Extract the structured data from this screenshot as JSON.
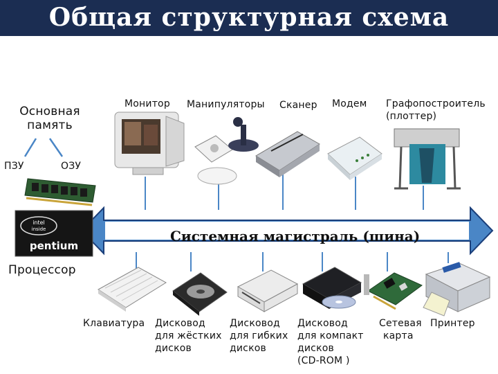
{
  "title": "Общая структурная схема",
  "memory": {
    "title_line1": "Основная",
    "title_line2": "память",
    "rom": "ПЗУ",
    "ram": "ОЗУ"
  },
  "cpu": {
    "label": "Процессор",
    "logo_top": "intel inside",
    "logo_brand": "pentium"
  },
  "bus": {
    "label": "Системная магистраль (шина)",
    "color": "#4a86c6"
  },
  "top_devices": [
    {
      "label": "Монитор",
      "icon": "monitor-icon"
    },
    {
      "label": "Манипуляторы",
      "icon": "joystick-mouse-icon"
    },
    {
      "label": "Сканер",
      "icon": "scanner-icon"
    },
    {
      "label": "Модем",
      "icon": "modem-icon"
    },
    {
      "label": "Графопостроитель",
      "label2": "(плоттер)",
      "icon": "plotter-icon"
    }
  ],
  "bottom_devices": [
    {
      "label": "Клавиатура",
      "icon": "keyboard-icon"
    },
    {
      "line1": "Дисковод",
      "line2": "для жёстких",
      "line3": "дисков",
      "icon": "hdd-icon"
    },
    {
      "line1": "Дисковод",
      "line2": "для гибких",
      "line3": "дисков",
      "icon": "floppy-drive-icon"
    },
    {
      "line1": "Дисковод",
      "line2": "для компакт",
      "line3": "дисков",
      "line4": "(CD-ROM )",
      "icon": "cdrom-icon"
    },
    {
      "line1": "Сетевая",
      "line2": "карта",
      "icon": "network-card-icon"
    },
    {
      "label": "Принтер",
      "icon": "printer-icon"
    }
  ]
}
